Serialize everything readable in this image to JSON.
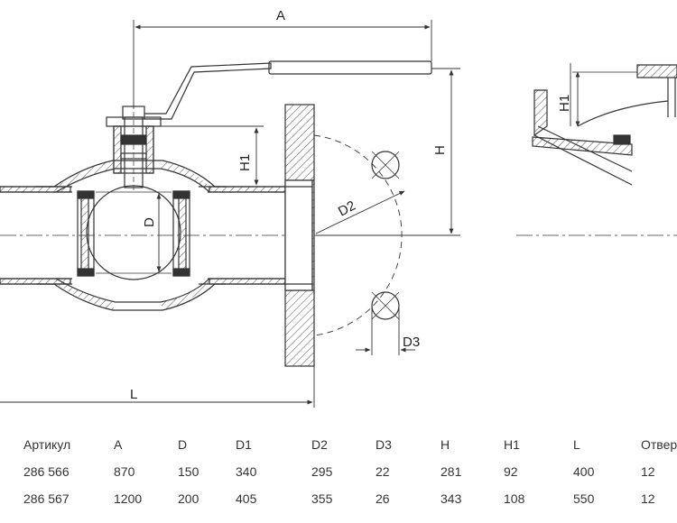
{
  "drawing": {
    "labels": {
      "a": "A",
      "h": "H",
      "h1": "H1",
      "h1_side": "H1",
      "d": "D",
      "d2": "D2",
      "d3": "D3",
      "l": "L"
    },
    "line_color": "#333333",
    "hatch_color": "#555555"
  },
  "table": {
    "headers": [
      "Артикул",
      "A",
      "D",
      "D1",
      "D2",
      "D3",
      "H",
      "H1",
      "L",
      "Отверс"
    ],
    "rows": [
      [
        "286 566",
        "870",
        "150",
        "340",
        "295",
        "22",
        "281",
        "92",
        "400",
        "12"
      ],
      [
        "286 567",
        "1200",
        "200",
        "405",
        "355",
        "26",
        "343",
        "108",
        "550",
        "12"
      ]
    ]
  }
}
